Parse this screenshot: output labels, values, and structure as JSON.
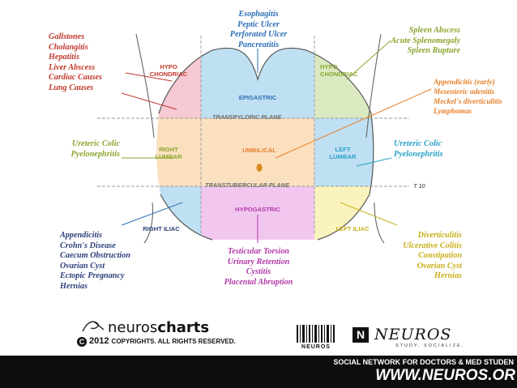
{
  "top_center": [
    "Esophagitis",
    "Peptic Ulcer",
    "Perforated Ulcer",
    "Pancreatitis"
  ],
  "top_left": [
    "Gallstones",
    "Cholangitis",
    "Hepatitis",
    "Liver Abscess",
    "Cardiac Causes",
    "Lung Causes"
  ],
  "top_right": [
    "Spleen Abscess",
    "Acute Splenomegaly",
    "Spleen Rupture"
  ],
  "mid_right_orange": [
    "Appendicitis (early)",
    "Mesenteric adenitis",
    "Meckel's diverticulitis",
    "Lymphomas"
  ],
  "mid_left": [
    "Ureteric Colic",
    "Pyelonephritis"
  ],
  "mid_right": [
    "Ureteric Colic",
    "Pyelonephritis"
  ],
  "bottom_left": [
    "Appendicitis",
    "Crohn's Disease",
    "Caecum Obstruction",
    "Ovarian Cyst",
    "Ectopic Pregnancy",
    "Hernias"
  ],
  "bottom_center": [
    "Testicular Torsion",
    "Urinary Retention",
    "Cystitis",
    "Placental Abruption"
  ],
  "bottom_right": [
    "Diverticulitis",
    "Ulcerative Colitis",
    "Constipation",
    "Ovarian Cyst",
    "Hernias"
  ],
  "regions": {
    "right_hypochondriac": [
      "HYPO",
      "CHONDRIAC"
    ],
    "epigastric": "EPIGASTRIC",
    "left_hypochondriac": [
      "HYPO",
      "CHONDRIAC"
    ],
    "right_lumbar": [
      "RIGHT",
      "LUMBAR"
    ],
    "umbilical": "UMBILICAL",
    "left_lumbar": [
      "LEFT",
      "LUMBAR"
    ],
    "right_iliac": "RIGHT ILIAC",
    "hypogastric": "HYPOGASTRIC",
    "left_iliac": "LEFT ILIAC"
  },
  "planes": {
    "transpyloric": "TRANSPYLORIC PLANE",
    "transtubercular": "TRANSTUBERCULAR PLANE",
    "t10": "T 10"
  },
  "footer": {
    "logo_light": "neuros",
    "logo_bold": "charts",
    "copyright_symbol": "C",
    "year": "2012",
    "rights": "COPYRIGHTS. ALL RIGHTS RESERVED.",
    "barcode_label": "NEUROS",
    "brand_box": "N",
    "brand_name": "NEUROS",
    "brand_tagline": "STUDY. SOCIALIZE.",
    "social": "SOCIAL NETWORK FOR DOCTORS & MED STUDEN",
    "url": "WWW.NEUROS.OR"
  },
  "colors": {
    "red": "#c0392b",
    "blue": "#2d6fb6",
    "orange": "#e8802a",
    "green": "#8aa62e",
    "teal": "#2aa0c8",
    "navy": "#2c3f7a",
    "gold": "#c9b01b",
    "purple": "#b13aa8",
    "pink_region": "#f7c9d3",
    "blue_region": "#bfe0f2",
    "green_region": "#dbe9c1",
    "peach_region": "#fbe0bf",
    "lavender_region": "#f1c6ef",
    "yellow_region": "#fbf3bd"
  }
}
